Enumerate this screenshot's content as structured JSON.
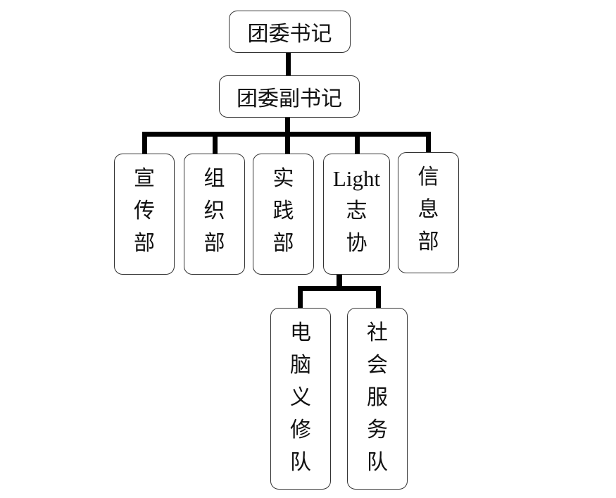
{
  "diagram": {
    "type": "org-chart",
    "root": {
      "label": "团委书记"
    },
    "deputy": {
      "label": "团委副书记"
    },
    "departments": [
      {
        "id": "publicity",
        "chars": [
          "宣",
          "传",
          "部"
        ]
      },
      {
        "id": "organization",
        "chars": [
          "组",
          "织",
          "部"
        ]
      },
      {
        "id": "practice",
        "chars": [
          "实",
          "践",
          "部"
        ]
      },
      {
        "id": "light-volunteer",
        "chars": [
          "Light",
          "志",
          "协"
        ]
      },
      {
        "id": "information",
        "chars": [
          "信",
          "息",
          "部"
        ]
      }
    ],
    "sub_teams": [
      {
        "id": "computer-repair",
        "parent": "light-volunteer",
        "chars": [
          "电",
          "脑",
          "义",
          "修",
          "队"
        ]
      },
      {
        "id": "social-service",
        "parent": "light-volunteer",
        "chars": [
          "社",
          "会",
          "服",
          "务",
          "队"
        ]
      }
    ]
  }
}
